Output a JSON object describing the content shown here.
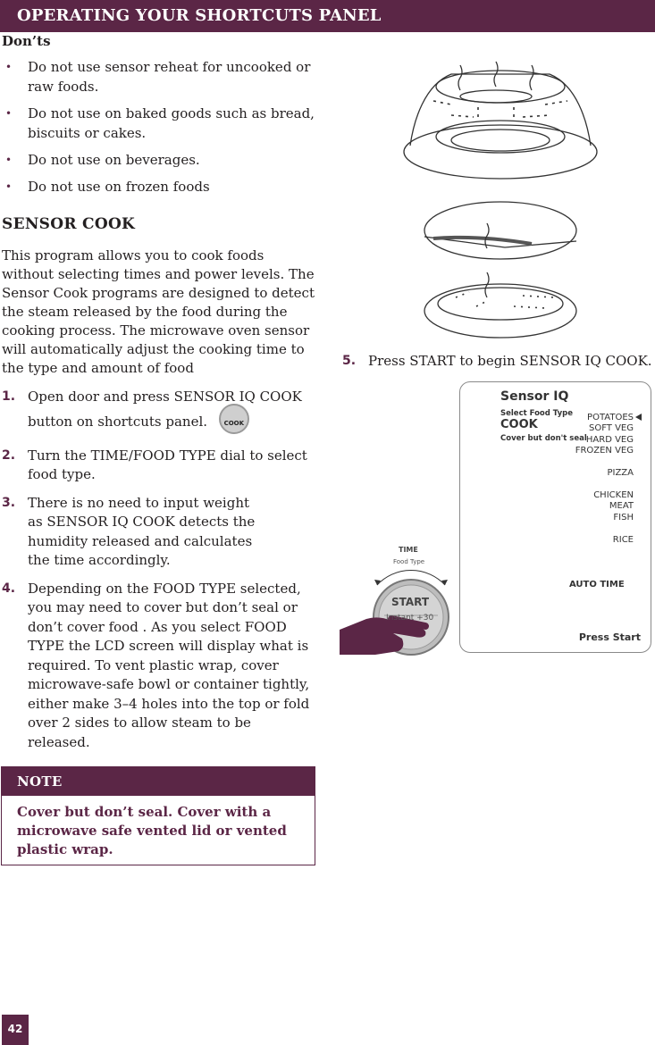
{
  "header": {
    "title": "OPERATING YOUR SHORTCUTS PANEL"
  },
  "donts": {
    "heading": "Don’ts",
    "items": [
      "Do not use sensor reheat for uncooked or raw foods.",
      "Do not use on baked goods such as bread, biscuits or cakes.",
      "Do not use on beverages.",
      "Do not use on frozen foods"
    ]
  },
  "sensor_cook": {
    "heading": "SENSOR COOK",
    "intro": "This program allows you to cook foods without selecting times and power levels. The Sensor Cook programs are designed to detect the steam released by the food during the cooking process. The microwave oven sensor will automatically adjust the cooking time to the type and amount of food",
    "cook_button_label": "COOK",
    "steps": [
      {
        "num": "1.",
        "text": "Open door and press SENSOR IQ COOK button on shortcuts panel."
      },
      {
        "num": "2.",
        "text": "Turn the TIME/FOOD TYPE dial to select food type."
      },
      {
        "num": "3.",
        "text": "There is no need to input weight as SENSOR IQ COOK detects the humidity released and calculates the time accordingly."
      },
      {
        "num": "4.",
        "text": "Depending on the FOOD TYPE selected, you may need to cover but don’t seal or don’t cover food . As you select FOOD TYPE the LCD screen will display what is required. To vent plastic wrap, cover microwave-safe bowl or container tightly, either make 3–4 holes into the top or fold over 2 sides to allow steam to be released."
      },
      {
        "num": "5.",
        "text": "Press START to begin SENSOR IQ COOK."
      }
    ]
  },
  "note": {
    "title": "NOTE",
    "body": "Cover but don’t seal. Cover with a microwave safe vented lid or vented plastic wrap."
  },
  "dial": {
    "label_top": "TIME",
    "label_sub": "Food Type",
    "button_main": "START",
    "button_sub": "Instant +30"
  },
  "lcd": {
    "title": "Sensor IQ",
    "select": "Select Food Type",
    "mode": "COOK",
    "instruction": "Cover but don't seal",
    "food_types": [
      "POTATOES",
      "SOFT VEG",
      "HARD VEG",
      "FROZEN VEG",
      "PIZZA",
      "CHICKEN",
      "MEAT",
      "FISH",
      "RICE"
    ],
    "auto_time": "AUTO TIME",
    "press_start": "Press Start"
  },
  "page_number": "42",
  "colors": {
    "accent": "#5b2646",
    "text": "#231f20"
  }
}
